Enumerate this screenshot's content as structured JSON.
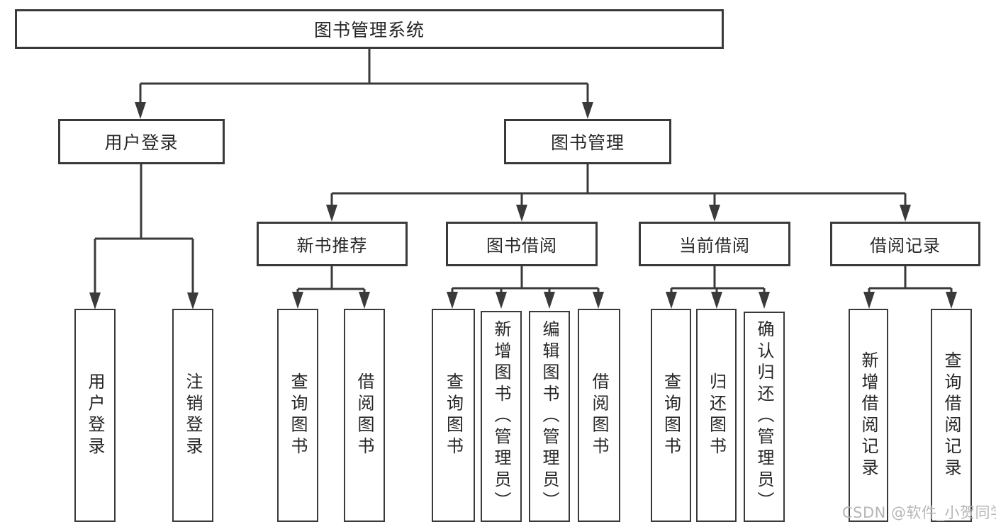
{
  "diagram": {
    "root": {
      "label": "图书管理系统",
      "children": [
        {
          "label": "用户登录",
          "children": [
            {
              "label": "用户登录"
            },
            {
              "label": "注销登录"
            }
          ]
        },
        {
          "label": "图书管理",
          "children": [
            {
              "label": "新书推荐",
              "children": [
                {
                  "label": "查询图书"
                },
                {
                  "label": "借阅图书"
                }
              ]
            },
            {
              "label": "图书借阅",
              "children": [
                {
                  "label": "查询图书"
                },
                {
                  "label": "新增图书（管理员）"
                },
                {
                  "label": "编辑图书（管理员）"
                },
                {
                  "label": "借阅图书"
                }
              ]
            },
            {
              "label": "当前借阅",
              "children": [
                {
                  "label": "查询图书"
                },
                {
                  "label": "归还图书"
                },
                {
                  "label": "确认归还（管理员）"
                }
              ]
            },
            {
              "label": "借阅记录",
              "children": [
                {
                  "label": "新增借阅记录"
                },
                {
                  "label": "查询借阅记录"
                }
              ]
            }
          ]
        }
      ]
    }
  },
  "watermark": {
    "text": "CSDN @软件_小贺同学"
  },
  "colors": {
    "line": "#3a3a3a",
    "text": "#262626",
    "watermark": "#b6b6b6",
    "bg": "#ffffff"
  }
}
